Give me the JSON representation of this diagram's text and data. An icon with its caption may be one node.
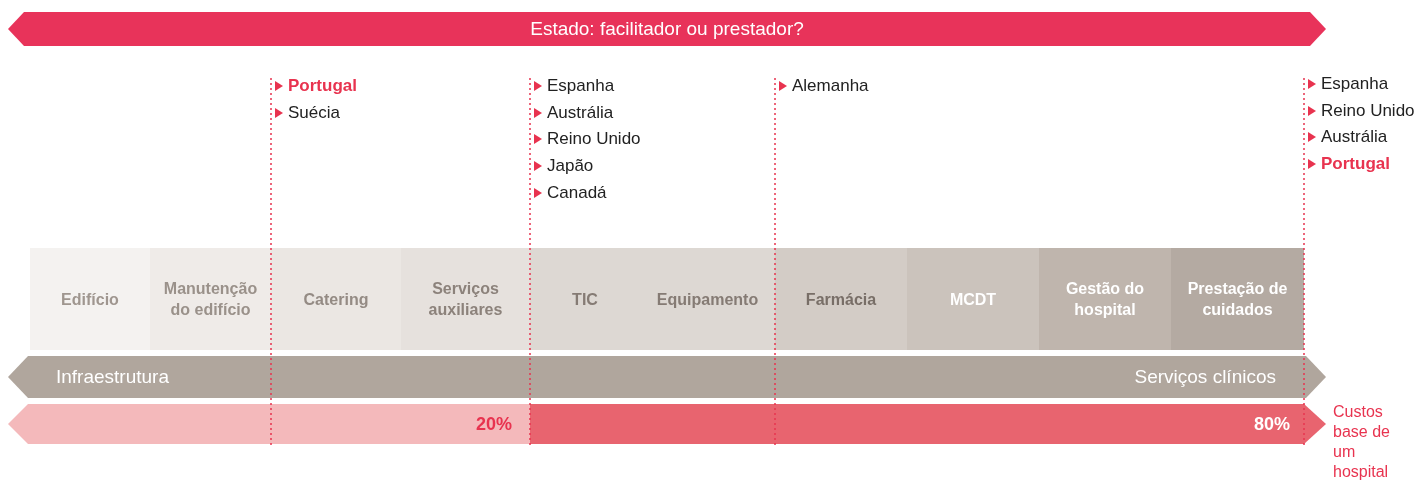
{
  "diagram": {
    "nodes": [
      {
        "text": [
          "Estado: facilitador ou prestador?"
        ]
      },
      {
        "text": [
          "Edifício"
        ]
      },
      {
        "text": [
          "Manutenção do edifício"
        ]
      },
      {
        "text": [
          "Catering"
        ]
      },
      {
        "text": [
          "Serviços auxiliares"
        ]
      },
      {
        "text": [
          "TIC"
        ]
      },
      {
        "text": [
          "Equipamento"
        ]
      },
      {
        "text": [
          "Farmácia"
        ]
      },
      {
        "text": [
          "MCDT"
        ]
      },
      {
        "text": [
          "Gestão do hospital"
        ]
      },
      {
        "text": [
          "Prestação de cuidados"
        ]
      },
      {
        "text": [
          "Infraestrutura",
          "Serviços clínicos"
        ]
      },
      {
        "text": [
          "20%",
          "80%"
        ],
        "beside": [
          "Custos base de um hospital"
        ]
      }
    ],
    "edges": [],
    "labels": [
      "**Portugal**",
      "Suécia",
      "Espanha",
      "Austrália",
      "Reino Unido",
      "Japão",
      "Canadá",
      "Alemanha",
      "Espanha",
      "Reino Unido",
      "Austrália",
      "**Portugal**"
    ]
  }
}
